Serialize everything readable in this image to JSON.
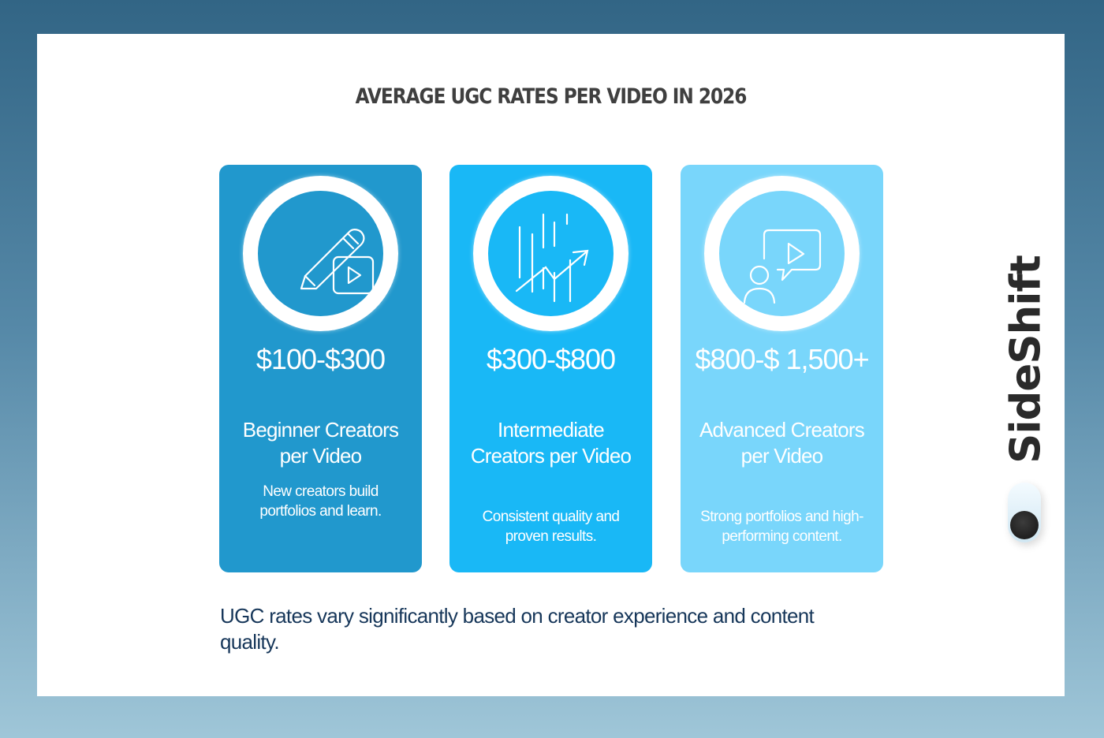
{
  "title": "Average UGC Rates per Video in 2026",
  "cards": [
    {
      "icon": "pencil-video-icon",
      "price": "$100-$300",
      "label": "Beginner Creators per Video",
      "description": "New creators build portfolios and learn.",
      "color": "#2198cd"
    },
    {
      "icon": "growth-chart-icon",
      "price": "$300-$800",
      "label": "Intermediate Creators per Video",
      "description": "Consistent quality and proven results.",
      "color": "#19b8f6"
    },
    {
      "icon": "creator-speech-video-icon",
      "price": "$800-$ 1,500+",
      "label": "Advanced Creators per Video",
      "description": "Strong portfolios and high-performing content.",
      "color": "#79d6fb"
    }
  ],
  "footer": "UGC rates vary significantly based on creator experience and content quality.",
  "brand": {
    "name": "SideShift"
  },
  "colors": {
    "title": "#3f3f3f",
    "footer_text": "#17375a",
    "background_top": "#326585",
    "background_bottom": "#9fc6d8"
  }
}
